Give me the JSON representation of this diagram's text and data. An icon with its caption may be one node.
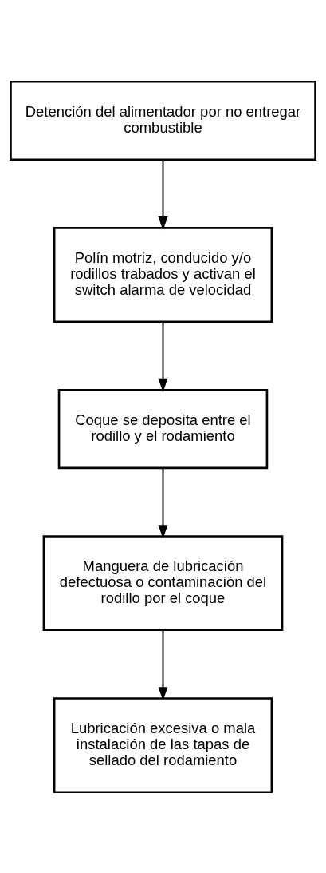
{
  "diagram": {
    "nodes": [
      {
        "text": [
          "Detención del alimentador por no entregar combustible"
        ]
      },
      {
        "text": [
          "Polín motriz, conducido y/o rodillos trabados y activan el switch alarma de velocidad"
        ]
      },
      {
        "text": [
          "Coque se deposita entre el rodillo y el rodamiento"
        ]
      },
      {
        "text": [
          "Manguera de lubricación defectuosa o contaminación del rodillo por el coque"
        ]
      },
      {
        "text": [
          "Lubricación excesiva o mala instalación de las tapas de sellado del rodamiento"
        ]
      }
    ],
    "edges": [
      {
        "from": 0,
        "to": 1,
        "arrow": "to"
      },
      {
        "from": 1,
        "to": 2,
        "arrow": "to"
      },
      {
        "from": 2,
        "to": 3,
        "arrow": "to"
      },
      {
        "from": 3,
        "to": 4,
        "arrow": "to"
      }
    ]
  }
}
